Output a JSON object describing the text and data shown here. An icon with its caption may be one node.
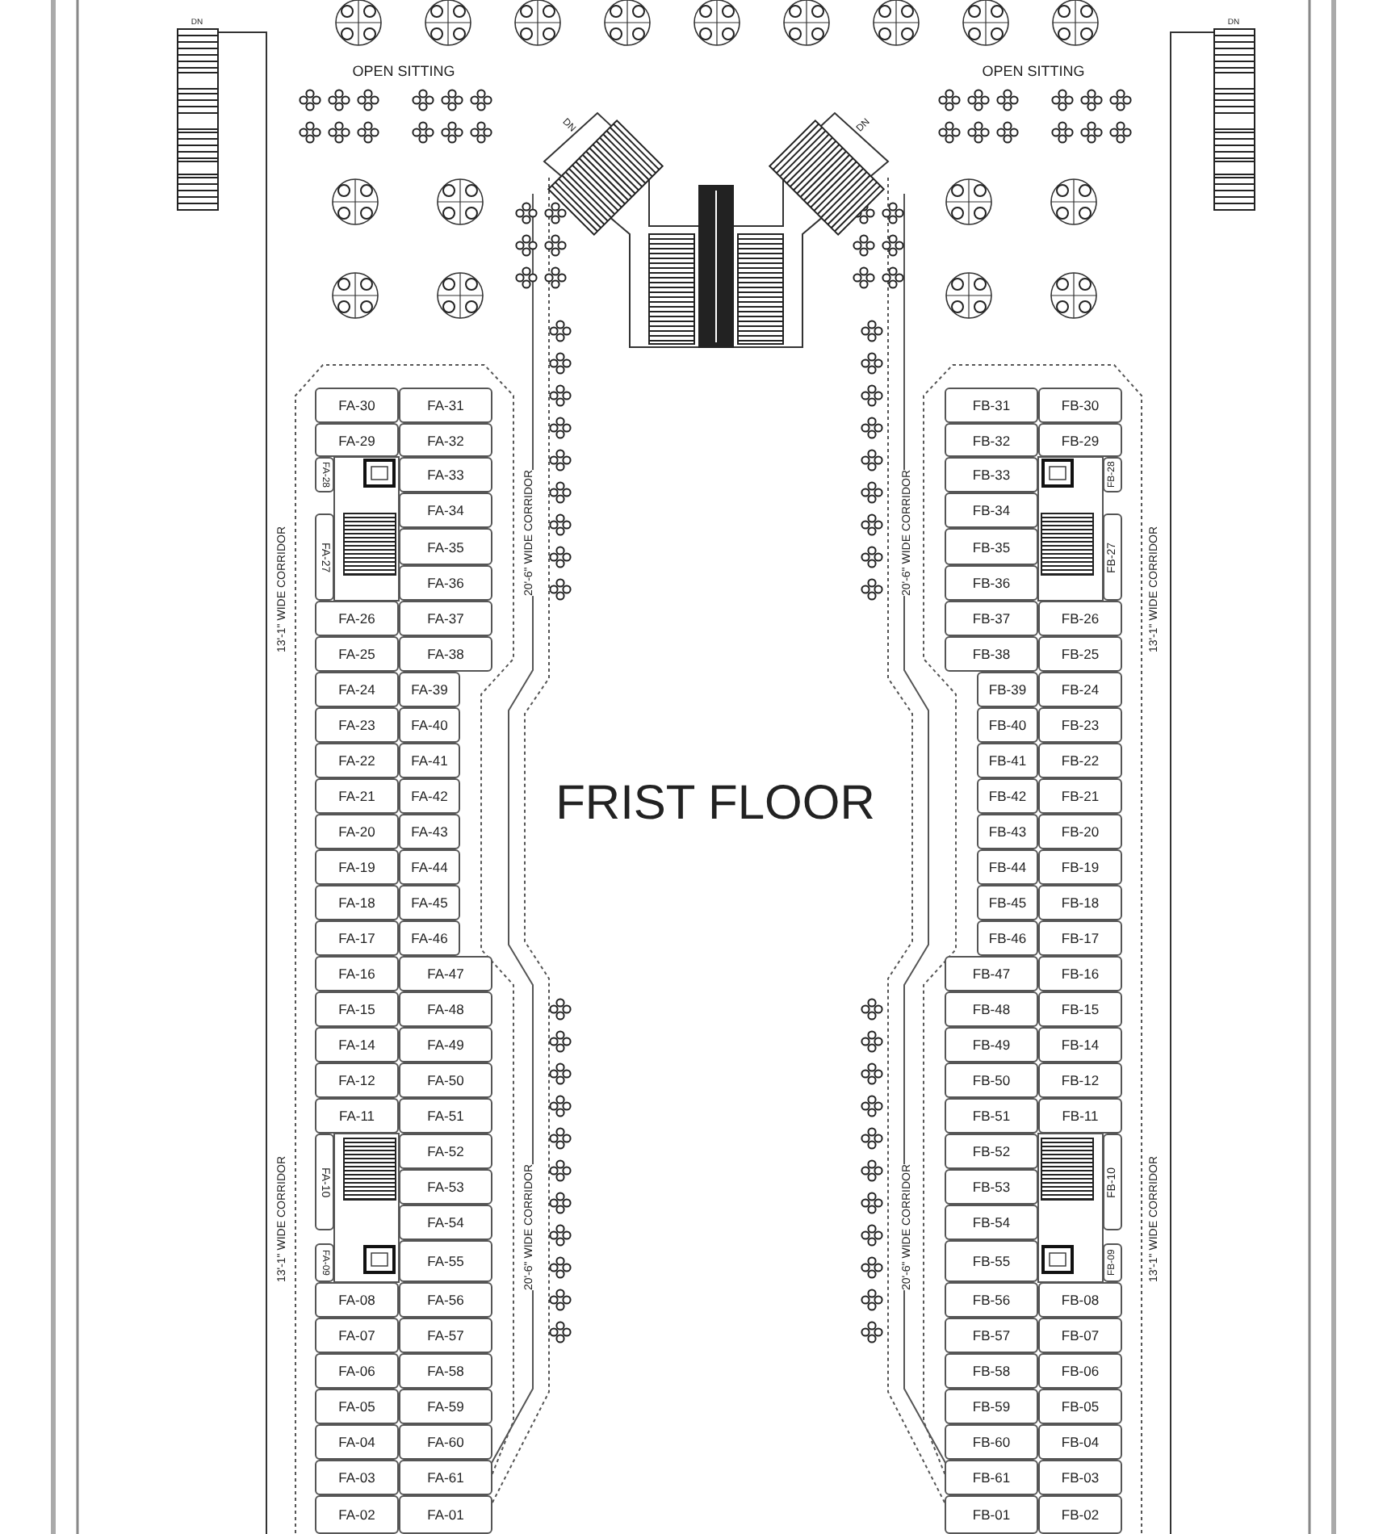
{
  "diagram": {
    "title": "FRIST FLOOR",
    "nodes": [
      {
        "text": [
          "FA-30"
        ]
      },
      {
        "text": [
          "FA-31"
        ]
      },
      {
        "text": [
          "FA-29"
        ]
      },
      {
        "text": [
          "FA-32"
        ]
      },
      {
        "text": [
          "FA-28"
        ]
      },
      {
        "text": [
          "FA-33"
        ]
      },
      {
        "text": [
          "FA-34"
        ]
      },
      {
        "text": [
          "FA-27"
        ]
      },
      {
        "text": [
          "FA-35"
        ]
      },
      {
        "text": [
          "FA-36"
        ]
      },
      {
        "text": [
          "FA-26"
        ]
      },
      {
        "text": [
          "FA-37"
        ]
      },
      {
        "text": [
          "FA-25"
        ]
      },
      {
        "text": [
          "FA-38"
        ]
      },
      {
        "text": [
          "FA-24"
        ]
      },
      {
        "text": [
          "FA-39"
        ]
      },
      {
        "text": [
          "FA-23"
        ]
      },
      {
        "text": [
          "FA-40"
        ]
      },
      {
        "text": [
          "FA-22"
        ]
      },
      {
        "text": [
          "FA-41"
        ]
      },
      {
        "text": [
          "FA-21"
        ]
      },
      {
        "text": [
          "FA-42"
        ]
      },
      {
        "text": [
          "FA-20"
        ]
      },
      {
        "text": [
          "FA-43"
        ]
      },
      {
        "text": [
          "FA-19"
        ]
      },
      {
        "text": [
          "FA-44"
        ]
      },
      {
        "text": [
          "FA-18"
        ]
      },
      {
        "text": [
          "FA-45"
        ]
      },
      {
        "text": [
          "FA-17"
        ]
      },
      {
        "text": [
          "FA-46"
        ]
      },
      {
        "text": [
          "FA-16"
        ]
      },
      {
        "text": [
          "FA-47"
        ]
      },
      {
        "text": [
          "FA-15"
        ]
      },
      {
        "text": [
          "FA-48"
        ]
      },
      {
        "text": [
          "FA-14"
        ]
      },
      {
        "text": [
          "FA-49"
        ]
      },
      {
        "text": [
          "FA-12"
        ]
      },
      {
        "text": [
          "FA-50"
        ]
      },
      {
        "text": [
          "FA-11"
        ]
      },
      {
        "text": [
          "FA-51"
        ]
      },
      {
        "text": [
          "FA-10"
        ]
      },
      {
        "text": [
          "FA-52"
        ]
      },
      {
        "text": [
          "FA-53"
        ]
      },
      {
        "text": [
          "FA-54"
        ]
      },
      {
        "text": [
          "FA-09"
        ]
      },
      {
        "text": [
          "FA-55"
        ]
      },
      {
        "text": [
          "FA-08"
        ]
      },
      {
        "text": [
          "FA-56"
        ]
      },
      {
        "text": [
          "FA-07"
        ]
      },
      {
        "text": [
          "FA-57"
        ]
      },
      {
        "text": [
          "FA-06"
        ]
      },
      {
        "text": [
          "FA-58"
        ]
      },
      {
        "text": [
          "FA-05"
        ]
      },
      {
        "text": [
          "FA-59"
        ]
      },
      {
        "text": [
          "FA-04"
        ]
      },
      {
        "text": [
          "FA-60"
        ]
      },
      {
        "text": [
          "FA-03"
        ]
      },
      {
        "text": [
          "FA-61"
        ]
      },
      {
        "text": [
          "FA-02"
        ]
      },
      {
        "text": [
          "FA-01"
        ]
      },
      {
        "text": [
          "FB-30"
        ]
      },
      {
        "text": [
          "FB-31"
        ]
      },
      {
        "text": [
          "FB-29"
        ]
      },
      {
        "text": [
          "FB-32"
        ]
      },
      {
        "text": [
          "FB-28"
        ]
      },
      {
        "text": [
          "FB-33"
        ]
      },
      {
        "text": [
          "FB-34"
        ]
      },
      {
        "text": [
          "FB-27"
        ]
      },
      {
        "text": [
          "FB-35"
        ]
      },
      {
        "text": [
          "FB-36"
        ]
      },
      {
        "text": [
          "FB-26"
        ]
      },
      {
        "text": [
          "FB-37"
        ]
      },
      {
        "text": [
          "FB-25"
        ]
      },
      {
        "text": [
          "FB-38"
        ]
      },
      {
        "text": [
          "FB-24"
        ]
      },
      {
        "text": [
          "FB-39"
        ]
      },
      {
        "text": [
          "FB-23"
        ]
      },
      {
        "text": [
          "FB-40"
        ]
      },
      {
        "text": [
          "FB-22"
        ]
      },
      {
        "text": [
          "FB-41"
        ]
      },
      {
        "text": [
          "FB-21"
        ]
      },
      {
        "text": [
          "FB-42"
        ]
      },
      {
        "text": [
          "FB-20"
        ]
      },
      {
        "text": [
          "FB-43"
        ]
      },
      {
        "text": [
          "FB-19"
        ]
      },
      {
        "text": [
          "FB-44"
        ]
      },
      {
        "text": [
          "FB-18"
        ]
      },
      {
        "text": [
          "FB-45"
        ]
      },
      {
        "text": [
          "FB-17"
        ]
      },
      {
        "text": [
          "FB-46"
        ]
      },
      {
        "text": [
          "FB-16"
        ]
      },
      {
        "text": [
          "FB-47"
        ]
      },
      {
        "text": [
          "FB-15"
        ]
      },
      {
        "text": [
          "FB-48"
        ]
      },
      {
        "text": [
          "FB-14"
        ]
      },
      {
        "text": [
          "FB-49"
        ]
      },
      {
        "text": [
          "FB-12"
        ]
      },
      {
        "text": [
          "FB-50"
        ]
      },
      {
        "text": [
          "FB-11"
        ]
      },
      {
        "text": [
          "FB-51"
        ]
      },
      {
        "text": [
          "FB-10"
        ]
      },
      {
        "text": [
          "FB-52"
        ]
      },
      {
        "text": [
          "FB-53"
        ]
      },
      {
        "text": [
          "FB-54"
        ]
      },
      {
        "text": [
          "FB-09"
        ]
      },
      {
        "text": [
          "FB-55"
        ]
      },
      {
        "text": [
          "FB-08"
        ]
      },
      {
        "text": [
          "FB-56"
        ]
      },
      {
        "text": [
          "FB-07"
        ]
      },
      {
        "text": [
          "FB-57"
        ]
      },
      {
        "text": [
          "FB-06"
        ]
      },
      {
        "text": [
          "FB-58"
        ]
      },
      {
        "text": [
          "FB-05"
        ]
      },
      {
        "text": [
          "FB-59"
        ]
      },
      {
        "text": [
          "FB-04"
        ]
      },
      {
        "text": [
          "FB-60"
        ]
      },
      {
        "text": [
          "FB-03"
        ]
      },
      {
        "text": [
          "FB-61"
        ]
      },
      {
        "text": [
          "FB-02"
        ]
      },
      {
        "text": [
          "FB-01"
        ]
      }
    ],
    "labels": [
      "DN",
      "DN",
      "OPEN SITTING",
      "OPEN SITTING",
      "DN",
      "DN",
      "13'-1\" WIDE CORRIDOR",
      "20'-6\" WIDE CORRIDOR",
      "20'-6\" WIDE CORRIDOR",
      "13'-1\" WIDE CORRIDOR",
      "13'-1\" WIDE CORRIDOR",
      "20'-6\" WIDE CORRIDOR",
      "20'-6\" WIDE CORRIDOR",
      "13'-1\" WIDE CORRIDOR"
    ]
  }
}
